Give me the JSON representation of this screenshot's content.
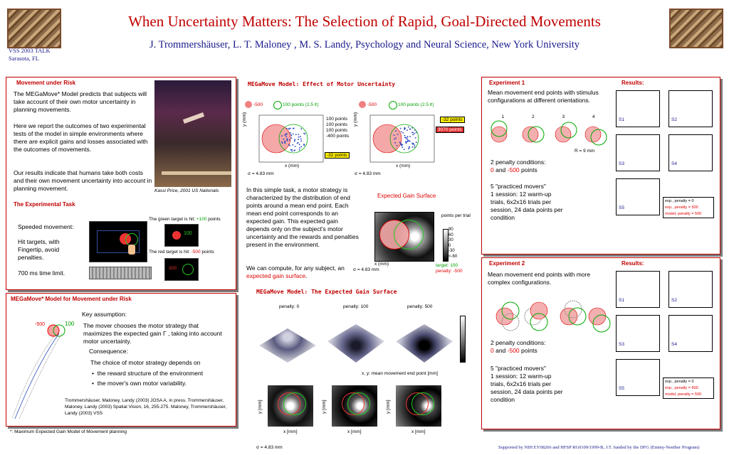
{
  "header": {
    "title": "When Uncertainty Matters: The Selection of Rapid, Goal-Directed Movements",
    "authors": "J. Trommershäuser, L. T. Maloney , M. S. Landy, Psychology and Neural Science, New York University",
    "conference": "VSS 2003 TALK",
    "location": "Sarasota, FL"
  },
  "movement_risk": {
    "heading": "Movement under Risk",
    "p1": "The MEGaMove* Model predicts that subjects will take account of their own motor uncertainty in planning movements.",
    "p2": "Here we report the outcomes of two experimental tests of the model in simple environments where there are explicit gains and losses associated with the outcomes of movements.",
    "p3": "Our results indicate that humans take both costs and their own movement uncertainty into account in planning movement.",
    "photo_credit": "Kassi Price, 2001 US Nationals",
    "task_heading": "The Experimental Task",
    "speeded": "Speeded movement:",
    "hit": "Hit targets, with Fingertip, avoid penalties.",
    "time_limit": "700 ms time limit.",
    "green_hit": "The green target is hit: +100 points",
    "red_hit": "The red target is hit: -500 points",
    "label_100": "100",
    "label_500": "-500"
  },
  "megamove_model": {
    "heading": "MEGaMove* Model for Movement under Risk",
    "key": "Key assumption:",
    "chooses": "The mover chooses the motor strategy that maximizes the expected gain Γ , taking into account motor uncertainty.",
    "consequence": "Consequence:",
    "depends": "The choice of motor strategy depends on",
    "bullet1": "the reward structure of the environment",
    "bullet2": "the mover's own motor variability.",
    "refs": "Trommershäuser, Maloney, Landy (2003) JOSA A, in press. Trommershäuser, Maloney, Landy (2003) Spatial Vision, 16, 255-275. Maloney, Trommershäuser, Landy (2003) VSS",
    "label_500": "-500",
    "label_100": "100",
    "footnote": "*: Maximum Expected Gain Model of Movement planning"
  },
  "effect": {
    "heading": "MEGaMove Model: Effect of Motor Uncertainty",
    "legend_red": "-500",
    "legend_green": "100 points (2.5 ¢)",
    "pts_lines": [
      "100 points",
      "100 points",
      "100 points",
      "-400 points"
    ],
    "neg32": "-32 points",
    "neg32b": "-32 points",
    "pos3070": "3070 points",
    "sigma": "σ = 4.83 mm",
    "ylabel": "y (mm)",
    "xlabel": "x (mm)",
    "text": "In this simple task, a motor strategy is characterized by the distribution of end points around a mean end point. Each mean end point corresponds to an expected gain. This expected gain depends only on the subject's motor uncertainty and the rewards and penalties present in the environment.",
    "compute": "We can compute, for any subject, an expected gain surface.",
    "egs_title": "Expected Gain Surface",
    "points_per_trial": "points per trial",
    "cbar": [
      "90",
      "60",
      "30",
      "0",
      "-30",
      "<-60"
    ],
    "target": "target: 100",
    "penalty": "penalty: -500"
  },
  "surface": {
    "heading": "MEGaMove Model: The Expected Gain Surface",
    "labels": [
      "penalty: 0",
      "penalty: 100",
      "penalty: 500"
    ],
    "xlab": "x, y: mean movement end point [mm]",
    "xmm": "x [mm]",
    "ymm": "y [mm]",
    "sigma": "σ = 4.83 mm"
  },
  "exp1": {
    "heading": "Experiment 1",
    "results": "Results:",
    "desc": "Mean movement end points with stimulus configurations at different orientations.",
    "nums": [
      "1",
      "2",
      "3",
      "4"
    ],
    "r": "R = 9 mm",
    "penalty_conditions": "2 penalty conditions:",
    "zero_and": "0 and -500 points",
    "practiced": "5 \"practiced movers\"",
    "session": "1 session: 12 warm-up trials, 6x2x16 trials per session, 24 data points per condition",
    "s_labels": [
      "S1",
      "S2",
      "S3",
      "S4",
      "S5"
    ],
    "legend": [
      "exp., penalty = 0",
      "exp., penalty = 500",
      "model, penalty = 500"
    ]
  },
  "exp2": {
    "heading": "Experiment 2",
    "results": "Results:",
    "desc": "Mean movement end points with more complex configurations.",
    "penalty_conditions": "2 penalty conditions:",
    "zero_and": "0 and -500 points",
    "practiced": "5 \"practiced movers\"",
    "session": "1 session: 12 warm-up trials, 6x2x16 trials per session, 24 data points per condition",
    "s_labels": [
      "S1",
      "S2",
      "S3",
      "S4",
      "S5"
    ],
    "legend": [
      "exp., penalty = 0",
      "exp., penalty = 500",
      "model, penalty = 500"
    ]
  },
  "footer": {
    "support": "Supported by NIH EY08266 and HFSP RG0109/1999-B, J.T. funded by the DFG (Emmy-Noether Program)"
  }
}
